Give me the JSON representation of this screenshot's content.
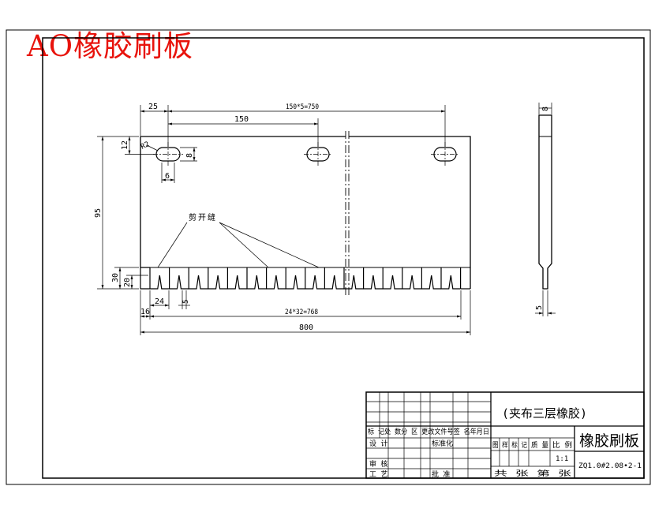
{
  "title": "AO橡胶刷板",
  "dims": {
    "d25": "25",
    "d150x5": "150*5=750",
    "d150": "150",
    "d12": "12",
    "dR2": "R2",
    "d8": "8",
    "d6": "6",
    "d95": "95",
    "d30": "30",
    "d20": "20",
    "d24": "24",
    "d16": "16",
    "d24x32": "24*32=768",
    "d800": "800",
    "d8side": "8",
    "d5": "5"
  },
  "callout": "剪开缝",
  "titleblock": {
    "note": "(夹布三层橡胶)",
    "part_name": "橡胶刷板",
    "drawing_no": "ZQ1.0#2.08•2-1",
    "scale": "1:1",
    "header_row": "标 记处 数分 区 更改文件号签 名年月日",
    "design": "设 计",
    "standardize": "标准化",
    "review": "审 核",
    "process": "工 艺",
    "approve": "批 准",
    "stage_head": "图 样 标 记",
    "weight_head": "质 量",
    "scale_head": "比 例",
    "sheets": "共     张    第     张"
  }
}
